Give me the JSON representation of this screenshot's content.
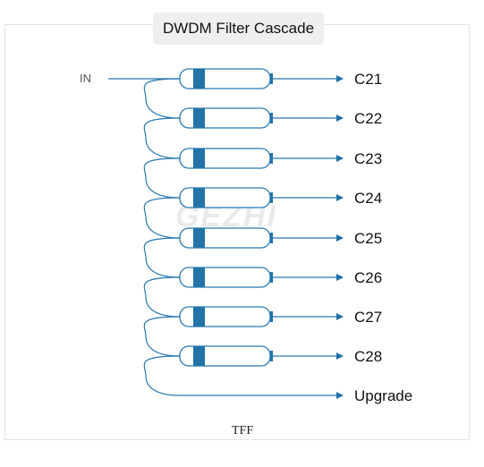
{
  "title": "DWDM Filter Cascade",
  "input_label": "IN",
  "outputs": [
    "C21",
    "C22",
    "C23",
    "C24",
    "C25",
    "C26",
    "C27",
    "C28"
  ],
  "upgrade_label": "Upgrade",
  "footer_label": "TFF",
  "watermark": "GEZHI",
  "colors": {
    "line": "#2778b0",
    "filter_core": "#2274a8",
    "arrow": "#1f6fa4"
  }
}
